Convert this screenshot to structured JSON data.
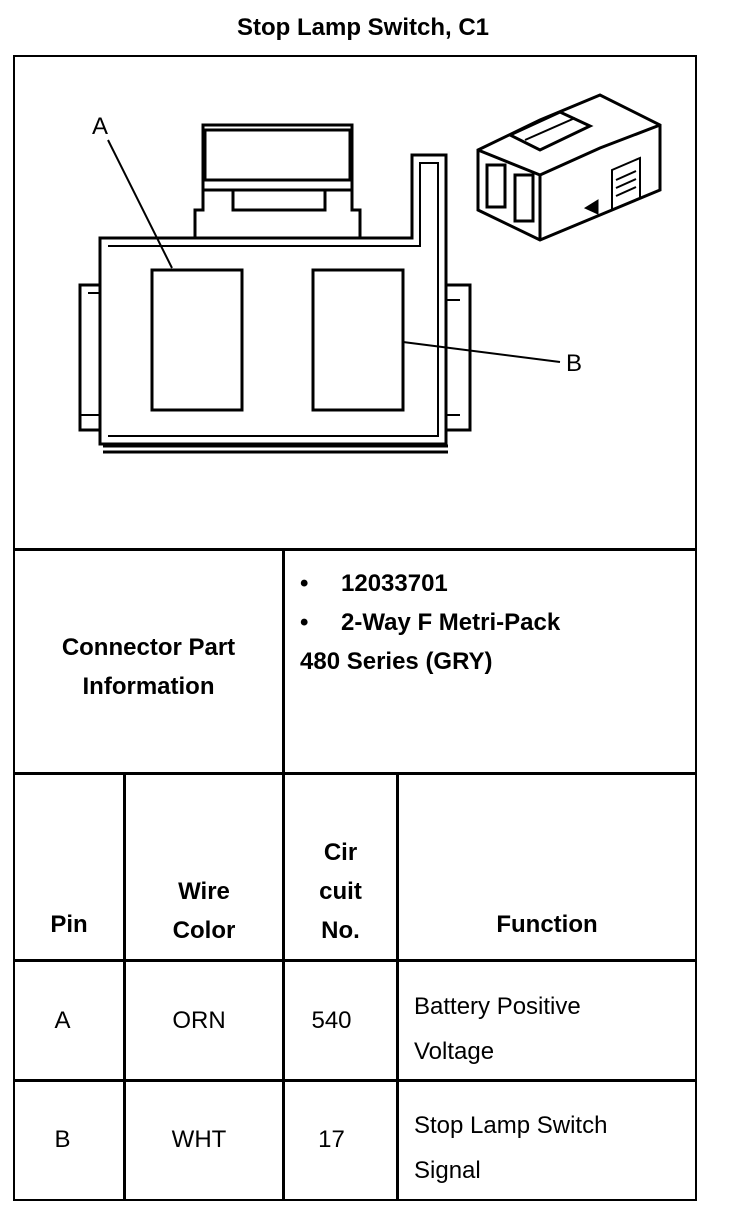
{
  "title": "Stop Lamp Switch, C1",
  "diagram": {
    "label_a": "A",
    "label_b": "B"
  },
  "connector_info": {
    "header_line1": "Connector Part",
    "header_line2": "Information",
    "bullet": "•",
    "part_number": "12033701",
    "desc_line1": "2-Way F Metri-Pack",
    "desc_line2": "480 Series (GRY)"
  },
  "table": {
    "headers": {
      "pin": "Pin",
      "wire_color_1": "Wire",
      "wire_color_2": "Color",
      "circuit_1": "Cir",
      "circuit_2": "cuit",
      "circuit_3": "No.",
      "function": "Function"
    },
    "rows": [
      {
        "pin": "A",
        "color": "ORN",
        "circuit": "540",
        "function_1": "Battery Positive",
        "function_2": "Voltage"
      },
      {
        "pin": "B",
        "color": "WHT",
        "circuit": "17",
        "function_1": "Stop Lamp Switch",
        "function_2": "Signal"
      }
    ]
  }
}
